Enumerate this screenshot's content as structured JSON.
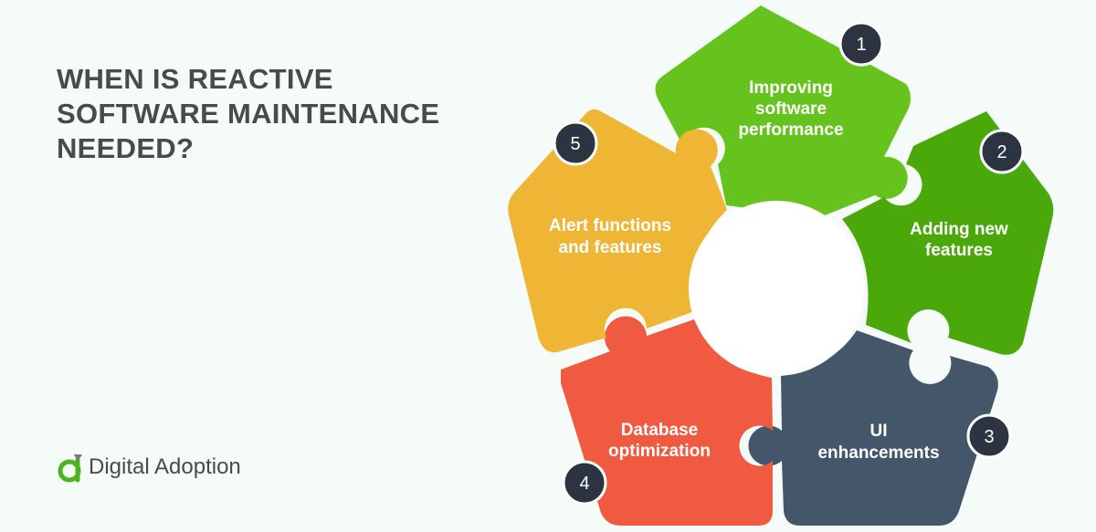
{
  "title": {
    "line1": "WHEN IS REACTIVE",
    "line2": "SOFTWARE MAINTENANCE",
    "line3": "NEEDED?"
  },
  "brand": {
    "name": "Digital Adoption",
    "icon": "digital-adoption-logo-icon"
  },
  "pieces": [
    {
      "number": "1",
      "line1": "Improving",
      "line2": "software",
      "line3": "performance",
      "color": "#66c31e"
    },
    {
      "number": "2",
      "line1": "Adding new",
      "line2": "features",
      "color": "#4aa80a"
    },
    {
      "number": "3",
      "line1": "UI",
      "line2": "enhancements",
      "color": "#44566a"
    },
    {
      "number": "4",
      "line1": "Database",
      "line2": "optimization",
      "color": "#f05a40"
    },
    {
      "number": "5",
      "line1": "Alert functions",
      "line2": "and features",
      "color": "#efb534"
    }
  ],
  "colors": {
    "badge": "#2b3440",
    "center": "#ffffff",
    "title": "#4a4a4a",
    "background": "#f4fbf8"
  }
}
